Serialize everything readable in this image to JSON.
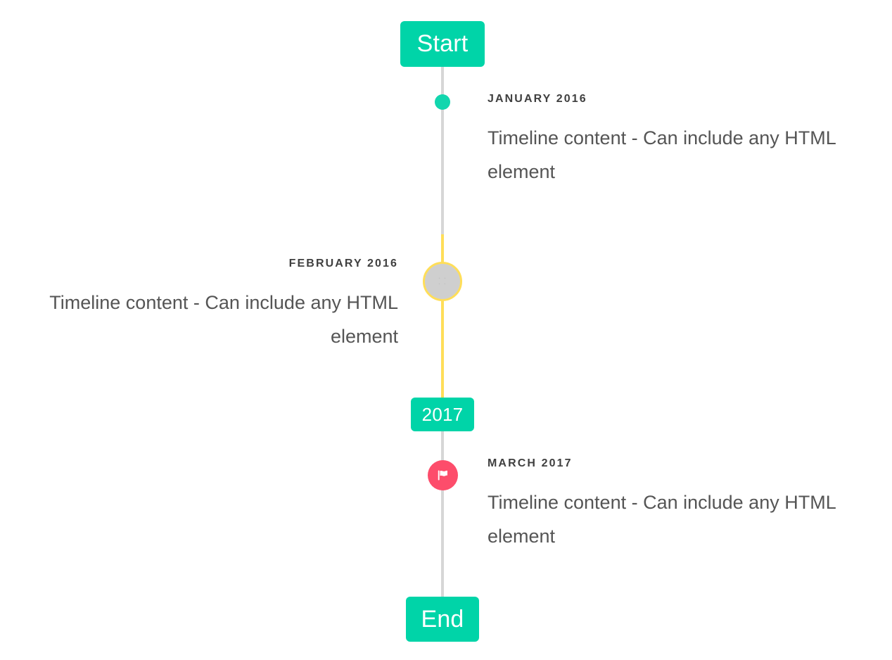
{
  "timeline": {
    "background_color": "#ffffff",
    "line_color_default": "#d6d6d6",
    "line_color_highlight": "#ffde59",
    "accent_color": "#00d4a8",
    "flag_color": "#fd4d6b",
    "caps": {
      "start_label": "Start",
      "middle_label": "2017",
      "end_label": "End"
    },
    "markers": {
      "january_icon": "filled-dot-icon",
      "february_icon": "placeholder-glyph-icon",
      "february_glyph": "⸬",
      "march_icon": "flag-icon"
    },
    "entries": [
      {
        "id": "january-2016",
        "date": "JANUARY 2016",
        "body": "Timeline content - Can include any HTML element",
        "side": "right"
      },
      {
        "id": "february-2016",
        "date": "FEBRUARY 2016",
        "body": "Timeline content - Can include any HTML element",
        "side": "left"
      },
      {
        "id": "march-2017",
        "date": "MARCH 2017",
        "body": "Timeline content - Can include any HTML element",
        "side": "right"
      }
    ]
  }
}
